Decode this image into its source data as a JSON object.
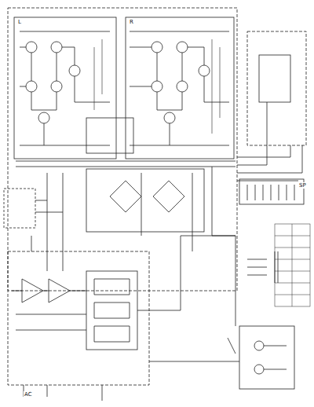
{
  "diagram": {
    "labels": [
      "L",
      "R",
      "AC",
      "SP"
    ]
  }
}
